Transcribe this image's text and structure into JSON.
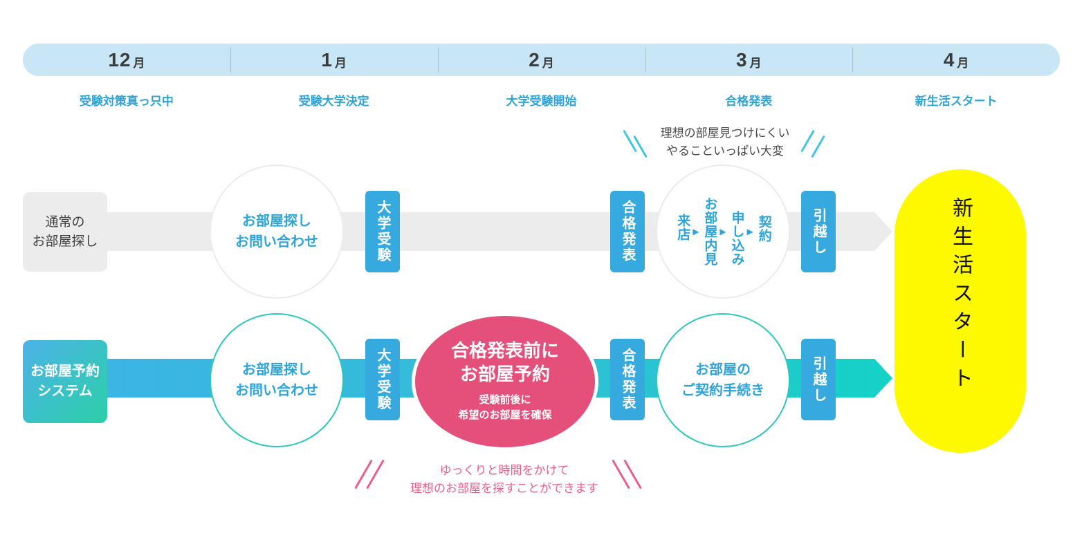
{
  "timeline": {
    "months": [
      {
        "num": "12",
        "unit": "月",
        "label": "受験対策真っ只中"
      },
      {
        "num": "1",
        "unit": "月",
        "label": "受験大学決定"
      },
      {
        "num": "2",
        "unit": "月",
        "label": "大学受験開始"
      },
      {
        "num": "3",
        "unit": "月",
        "label": "合格発表"
      },
      {
        "num": "4",
        "unit": "月",
        "label": "新生活スタート"
      }
    ]
  },
  "row_normal": {
    "label": {
      "line1": "通常の",
      "line2": "お部屋探し"
    },
    "annotation": {
      "line1": "理想の部屋見つけにくい",
      "line2": "やることいっぱい大変"
    },
    "search_circle": {
      "line1": "お部屋探し",
      "line2": "お問い合わせ"
    },
    "exam_box": "大学受験",
    "announce_box": "合格発表",
    "steps": {
      "items": [
        "来店",
        "お部屋内見",
        "申し込み",
        "契約"
      ],
      "arrow": "▶"
    },
    "move_box": "引越し"
  },
  "row_reserve": {
    "label": {
      "line1": "お部屋予約",
      "line2": "システム"
    },
    "search_circle": {
      "line1": "お部屋探し",
      "line2": "お問い合わせ"
    },
    "exam_box": "大学受験",
    "reserve_bubble": {
      "title1": "合格発表前に",
      "title2": "お部屋予約",
      "sub1": "受験前後に",
      "sub2": "希望のお部屋を確保"
    },
    "announce_box": "合格発表",
    "contract_circle": {
      "line1": "お部屋の",
      "line2": "ご契約手続き"
    },
    "move_box": "引越し",
    "annotation": {
      "line1": "ゆっくりと時間をかけて",
      "line2": "理想のお部屋を探すことができます"
    }
  },
  "goal": {
    "label": "新生活スタート"
  },
  "colors": {
    "timeline_bar": "#c8e6f5",
    "month_text": "#3b3b3b",
    "accent_blue": "#2da4d9",
    "band_gray": "#ececec",
    "box_blue": "#36a9df",
    "band_blue_start": "#3cb4e4",
    "band_teal_end": "#14d2c6",
    "teal_border": "#2cc8bb",
    "label_gradient_start": "#4cb3e8",
    "label_gradient_end": "#2bcfa8",
    "pink_bubble": "#e5507b",
    "pink_text": "#ea5f88",
    "cyan_slash": "#41c3ea",
    "goal_yellow": "#fdf900"
  }
}
